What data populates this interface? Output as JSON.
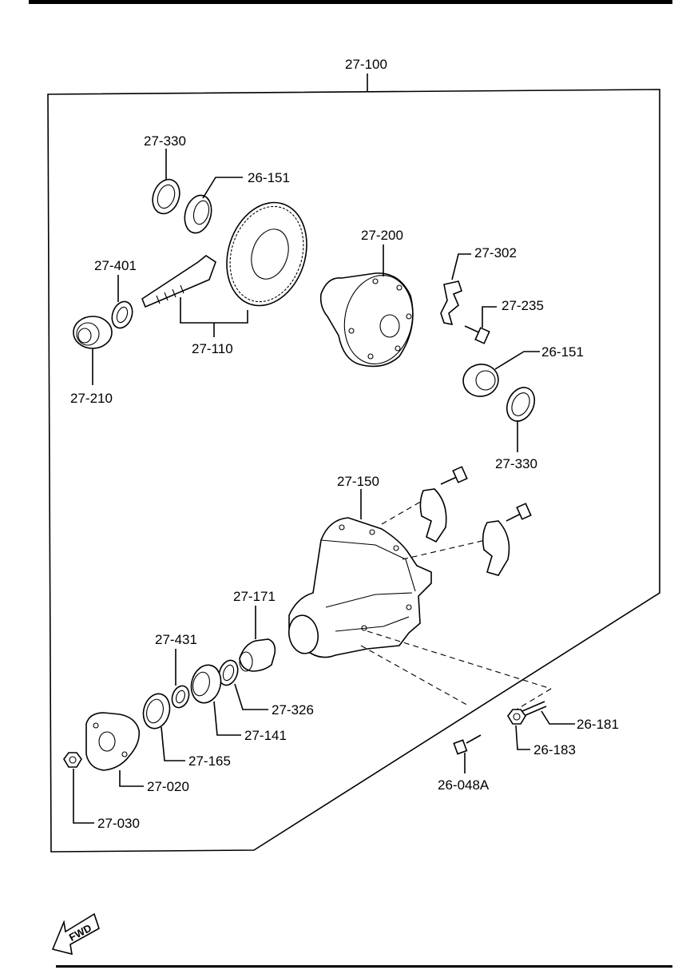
{
  "labels": {
    "l27_100": "27-100",
    "l27_330_top": "27-330",
    "l26_151_top": "26-151",
    "l27_401": "27-401",
    "l27_110": "27-110",
    "l27_210": "27-210",
    "l27_200": "27-200",
    "l27_302": "27-302",
    "l27_235": "27-235",
    "l26_151_right": "26-151",
    "l27_330_right": "27-330",
    "l27_150": "27-150",
    "l27_171": "27-171",
    "l27_431": "27-431",
    "l27_326": "27-326",
    "l27_141": "27-141",
    "l27_165": "27-165",
    "l27_020": "27-020",
    "l27_030": "27-030",
    "l26_181": "26-181",
    "l26_183": "26-183",
    "l26_048a": "26-048A"
  },
  "fwd_badge": "FWD"
}
